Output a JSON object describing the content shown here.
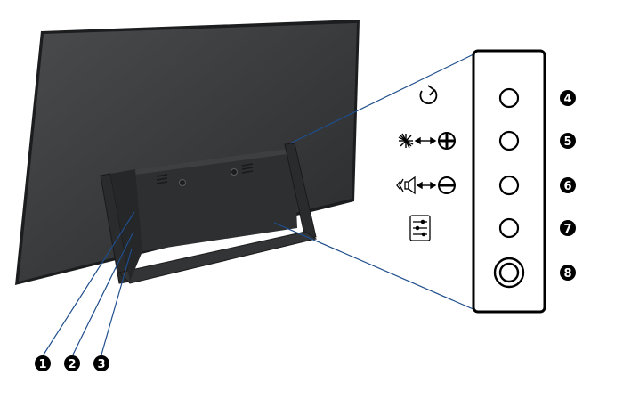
{
  "diagram": {
    "colors": {
      "monitor_back": "#3a3b3d",
      "monitor_edge": "#1e1f20",
      "stand": "#2b2c2e",
      "leader_line": "#1f4e8c",
      "panel_outline": "#000000",
      "badge": "#000000"
    },
    "port_callouts": [
      {
        "number": "1"
      },
      {
        "number": "2"
      },
      {
        "number": "3"
      }
    ],
    "button_panel": {
      "buttons": [
        {
          "number": "4",
          "icon": "rotate-icon",
          "shape": "circle"
        },
        {
          "number": "5",
          "icon": "brightness-contrast-icon",
          "shape": "circle"
        },
        {
          "number": "6",
          "icon": "volume-minus-icon",
          "shape": "circle"
        },
        {
          "number": "7",
          "icon": "menu-icon",
          "shape": "circle"
        },
        {
          "number": "8",
          "icon": "",
          "shape": "double-ring"
        }
      ]
    }
  }
}
